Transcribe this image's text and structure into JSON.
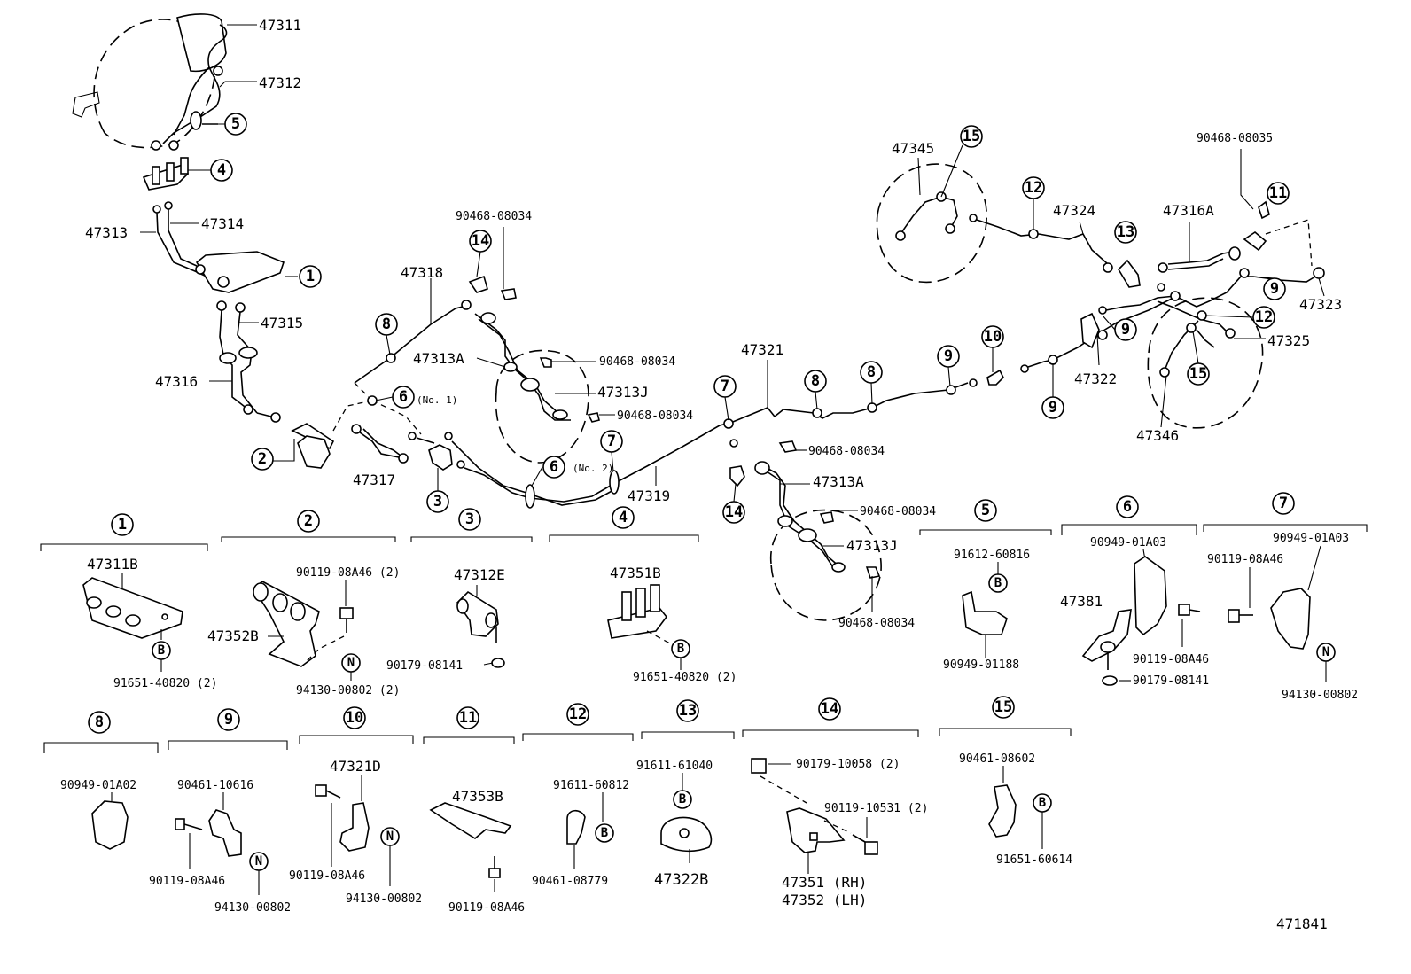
{
  "diagram": {
    "ref_number": "471841",
    "labels": {
      "p47311": "47311",
      "p47312": "47312",
      "p47313": "47313",
      "p47314": "47314",
      "p47315": "47315",
      "p47316": "47316",
      "p47317": "47317",
      "p47318": "47318",
      "p47313A_1": "47313A",
      "p47313J_1": "47313J",
      "p47313A_2": "47313A",
      "p47313J_2": "47313J",
      "p47319": "47319",
      "p47321": "47321",
      "p47322": "47322",
      "p47323": "47323",
      "p47324": "47324",
      "p47325": "47325",
      "p47345": "47345",
      "p47346": "47346",
      "p47316A": "47316A",
      "c08034_a": "90468-08034",
      "c08034_b": "90468-08034",
      "c08034_c": "90468-08034",
      "c08034_d": "90468-08034",
      "c08034_e": "90468-08034",
      "c08034_f": "90468-08034",
      "c08035": "90468-08035",
      "no1": "(No. 1)",
      "no2": "(No. 2)"
    },
    "callouts": [
      "1",
      "2",
      "3",
      "4",
      "5",
      "6",
      "7",
      "8",
      "9",
      "10",
      "11",
      "12",
      "13",
      "14",
      "15"
    ],
    "groups": {
      "g1": {
        "n": "1",
        "part": "47311B",
        "bolt": "91651-40820 (2)",
        "mark": "B"
      },
      "g2": {
        "n": "2",
        "part": "47352B",
        "bolt": "90119-08A46 (2)",
        "nut": "94130-00802 (2)",
        "mark": "N"
      },
      "g3": {
        "n": "3",
        "part": "47312E",
        "nut": "90179-08141"
      },
      "g4": {
        "n": "4",
        "part": "47351B",
        "bolt": "91651-40820 (2)",
        "mark": "B"
      },
      "g5": {
        "n": "5",
        "bolt": "91612-60816",
        "clamp": "90949-01188",
        "mark": "B"
      },
      "g6": {
        "n": "6",
        "clamp": "90949-01A03",
        "part": "47381",
        "bolt": "90119-08A46",
        "nut": "90179-08141"
      },
      "g7": {
        "n": "7",
        "clamp": "90949-01A03",
        "bolt": "90119-08A46",
        "nut": "94130-00802",
        "mark": "N"
      },
      "g8": {
        "n": "8",
        "clamp": "90949-01A02"
      },
      "g9": {
        "n": "9",
        "clamp": "90461-10616",
        "bolt": "90119-08A46",
        "nut": "94130-00802",
        "mark": "N"
      },
      "g10": {
        "n": "10",
        "part": "47321D",
        "bolt": "90119-08A46",
        "nut": "94130-00802",
        "mark": "N"
      },
      "g11": {
        "n": "11",
        "part": "47353B",
        "bolt": "90119-08A46"
      },
      "g12": {
        "n": "12",
        "bolt": "91611-60812",
        "clamp": "90461-08779",
        "mark": "B"
      },
      "g13": {
        "n": "13",
        "bolt": "91611-61040",
        "part": "47322B",
        "mark": "B"
      },
      "g14": {
        "n": "14",
        "nut": "90179-10058 (2)",
        "bolt": "90119-10531 (2)",
        "rh": "47351 (RH)",
        "lh": "47352 (LH)"
      },
      "g15": {
        "n": "15",
        "clamp": "90461-08602",
        "bolt": "91651-60614",
        "mark": "B"
      }
    }
  }
}
